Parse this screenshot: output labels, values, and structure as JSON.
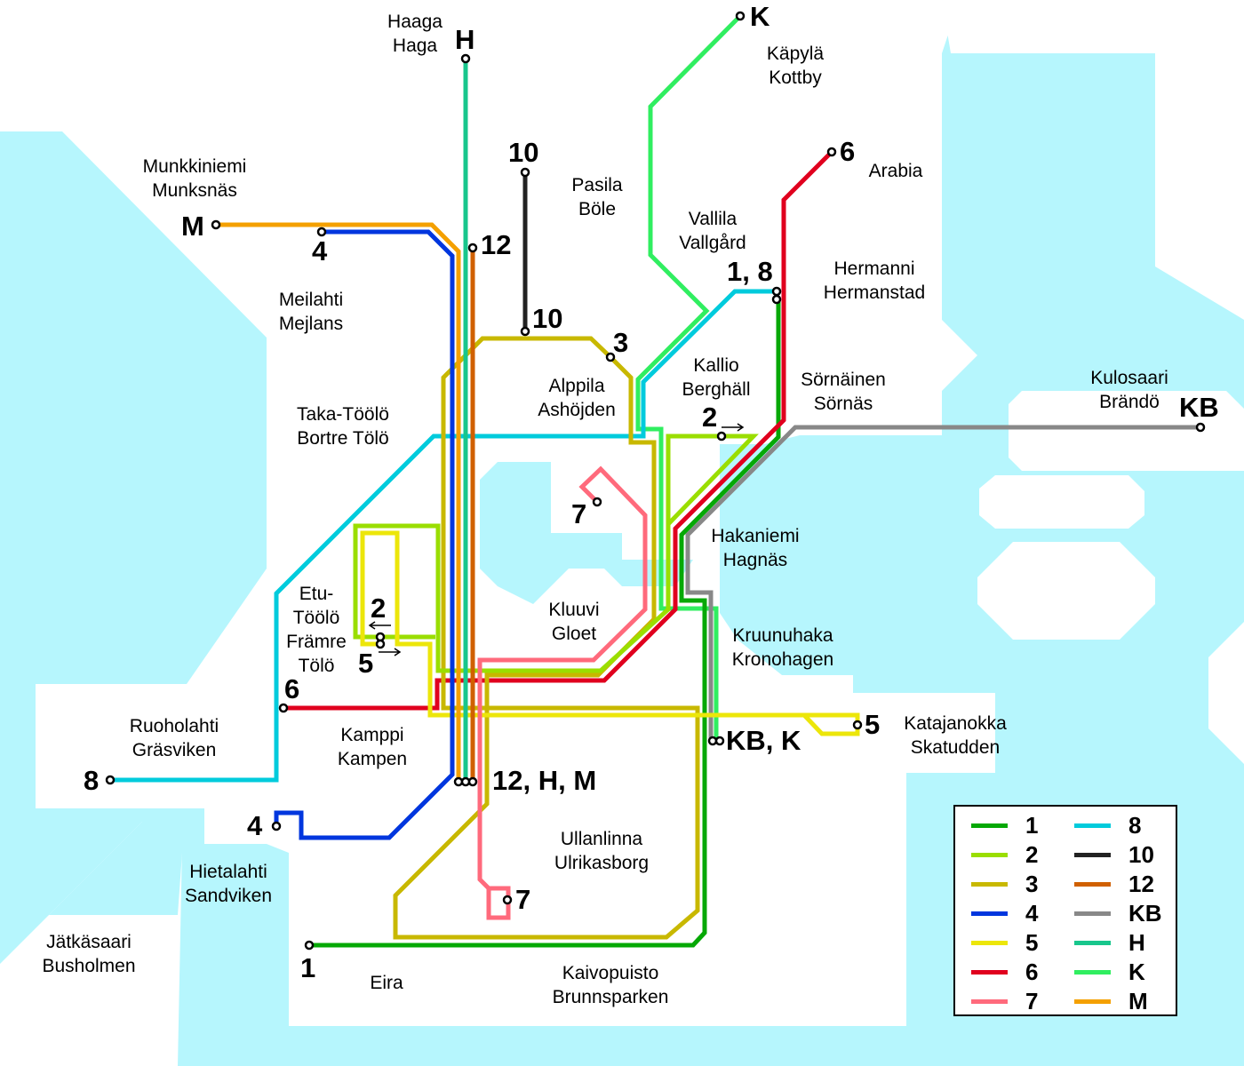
{
  "places": {
    "haaga": [
      "Haaga",
      "Haga"
    ],
    "kapyla": [
      "Käpylä",
      "Kottby"
    ],
    "munkkiniemi": [
      "Munkkiniemi",
      "Munksnäs"
    ],
    "pasila": [
      "Pasila",
      "Böle"
    ],
    "arabia": [
      "Arabia"
    ],
    "vallila": [
      "Vallila",
      "Vallgård"
    ],
    "hermanni": [
      "Hermanni",
      "Hermanstad"
    ],
    "meilahti": [
      "Meilahti",
      "Mejlans"
    ],
    "alppila": [
      "Alppila",
      "Ashöjden"
    ],
    "kallio": [
      "Kallio",
      "Berghäll"
    ],
    "sornainen": [
      "Sörnäinen",
      "Sörnäs"
    ],
    "kulosaari": [
      "Kulosaari",
      "Brändö"
    ],
    "takatoolo": [
      "Taka-Töölö",
      "Bortre Tölö"
    ],
    "hakaniemi": [
      "Hakaniemi",
      "Hagnäs"
    ],
    "etutoolo": [
      "Etu-",
      "Töölö",
      "Främre",
      "Tölö"
    ],
    "kluuvi": [
      "Kluuvi",
      "Gloet"
    ],
    "kruununhaka": [
      "Kruunuhaka",
      "Kronohagen"
    ],
    "ruoholahti": [
      "Ruoholahti",
      "Gräsviken"
    ],
    "kamppi": [
      "Kamppi",
      "Kampen"
    ],
    "katajanokka": [
      "Katajanokka",
      "Skatudden"
    ],
    "ullanlinna": [
      "Ullanlinna",
      "Ulrikasborg"
    ],
    "hietalahti": [
      "Hietalahti",
      "Sandviken"
    ],
    "jatkasaari": [
      "Jätkäsaari",
      "Busholmen"
    ],
    "eira": [
      "Eira"
    ],
    "kaivopuisto": [
      "Kaivopuisto",
      "Brunnsparken"
    ]
  },
  "terminals": {
    "h_top": "H",
    "k_top": "K",
    "t10_top": "10",
    "t6_arabia": "6",
    "m_west": "M",
    "t4_north": "4",
    "t12_north": "12",
    "t10_pasila": "10",
    "t3_alppila": "3",
    "t18_hermanni": "1, 8",
    "t2_kallio": "2",
    "kb_east": "KB",
    "t7_north": "7",
    "t2_toolo": "2",
    "t5_toolo": "5",
    "t6_west": "6",
    "t5_katajanokka": "5",
    "kbk_south": "KB, K",
    "t8_west": "8",
    "t12hm_south": "12, H, M",
    "t4_south": "4",
    "t7_south": "7",
    "t1_south": "1"
  },
  "legend": [
    {
      "label": "1",
      "color": "#06a806"
    },
    {
      "label": "2",
      "color": "#9ade00"
    },
    {
      "label": "3",
      "color": "#c8b800"
    },
    {
      "label": "4",
      "color": "#0036de"
    },
    {
      "label": "5",
      "color": "#ece60a"
    },
    {
      "label": "6",
      "color": "#e0001e"
    },
    {
      "label": "7",
      "color": "#ff6a7c"
    },
    {
      "label": "8",
      "color": "#00cbdc"
    },
    {
      "label": "10",
      "color": "#222222"
    },
    {
      "label": "12",
      "color": "#d06000"
    },
    {
      "label": "KB",
      "color": "#888888"
    },
    {
      "label": "H",
      "color": "#18c68c"
    },
    {
      "label": "K",
      "color": "#30ee60"
    },
    {
      "label": "M",
      "color": "#f4a000"
    }
  ],
  "colors": {
    "water": "#b6f6fd",
    "land": "#ffffff"
  }
}
